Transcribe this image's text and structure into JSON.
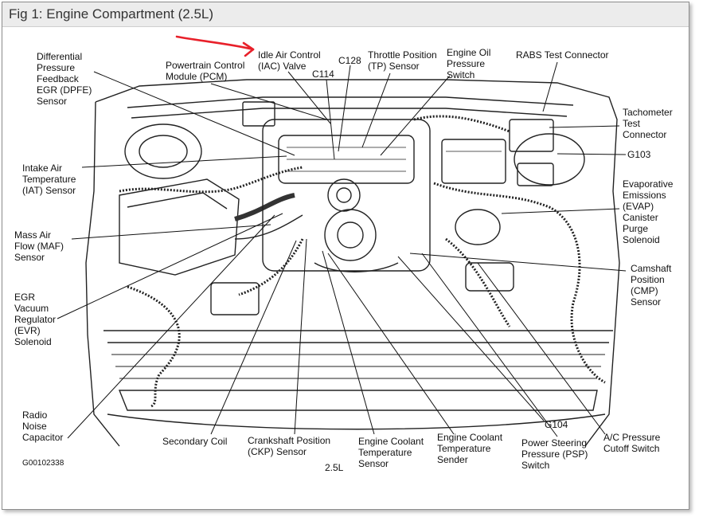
{
  "figure_title": "Fig 1: Engine Compartment (2.5L)",
  "figure_code": "G00102338",
  "engine_size": "2.5L",
  "annotation_color": "#e8202a",
  "labels": {
    "dpfe": "Differential\nPressure\nFeedback\nEGR (DPFE)\nSensor",
    "pcm": "Powertrain Control\nModule (PCM)",
    "iac": "Idle Air Control\n(IAC) Valve",
    "c114": "C114",
    "c128": "C128",
    "tp": "Throttle Position\n(TP) Sensor",
    "eop": "Engine Oil\nPressure\nSwitch",
    "rabs": "RABS Test Connector",
    "tach": "Tachometer\nTest\nConnector",
    "g103": "G103",
    "iat": "Intake Air\nTemperature\n(IAT) Sensor",
    "evap": "Evaporative\nEmissions\n(EVAP)\nCanister\nPurge\nSolenoid",
    "maf": "Mass Air\nFlow (MAF)\nSensor",
    "cmp": "Camshaft\nPosition\n(CMP)\nSensor",
    "evr": "EGR\nVacuum\nRegulator\n(EVR)\nSolenoid",
    "radio": "Radio\nNoise\nCapacitor",
    "coil": "Secondary Coil",
    "ckp": "Crankshaft Position\n(CKP) Sensor",
    "ect_sensor": "Engine Coolant\nTemperature\nSensor",
    "ect_sender": "Engine Coolant\nTemperature\nSender",
    "g104": "G104",
    "psp": "Power Steering\nPressure (PSP)\nSwitch",
    "ac": "A/C Pressure\nCutoff Switch"
  }
}
